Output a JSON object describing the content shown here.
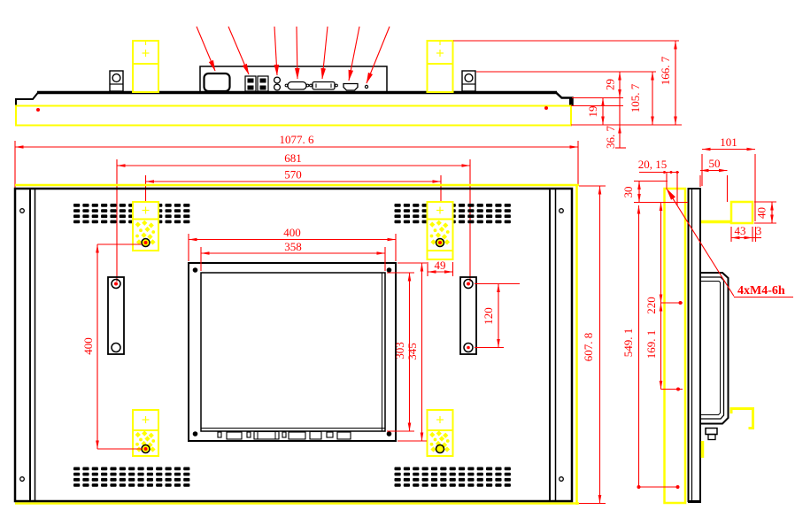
{
  "drawing": {
    "note": "4xM4-6h",
    "colors": {
      "dimension": "#ff0000",
      "highlight": "#ffff00",
      "line": "#000000"
    },
    "top_view": {
      "dims": {
        "width": "1077. 6",
        "handle_span": "681",
        "bracket_span": "570",
        "d29": "29",
        "d105": "105. 7",
        "d166": "166. 7",
        "d19": "19",
        "d36": "36. 7"
      }
    },
    "back_view": {
      "dims": {
        "plate_outer_w": "400",
        "plate_inner_w": "358",
        "plate_inner_h": "303",
        "plate_outer_h": "345",
        "bracket_w": "49",
        "bracket_spacing_v": "400",
        "handle_hole_spacing": "120",
        "height": "607. 8"
      }
    },
    "side_view": {
      "dims": {
        "d101": "101",
        "d50": "50",
        "d20_15": "20, 15",
        "d30": "30",
        "d220": "220",
        "d40": "40",
        "d43": "43",
        "d3": "3",
        "d549": "549. 1",
        "d169": "169. 1"
      }
    }
  }
}
